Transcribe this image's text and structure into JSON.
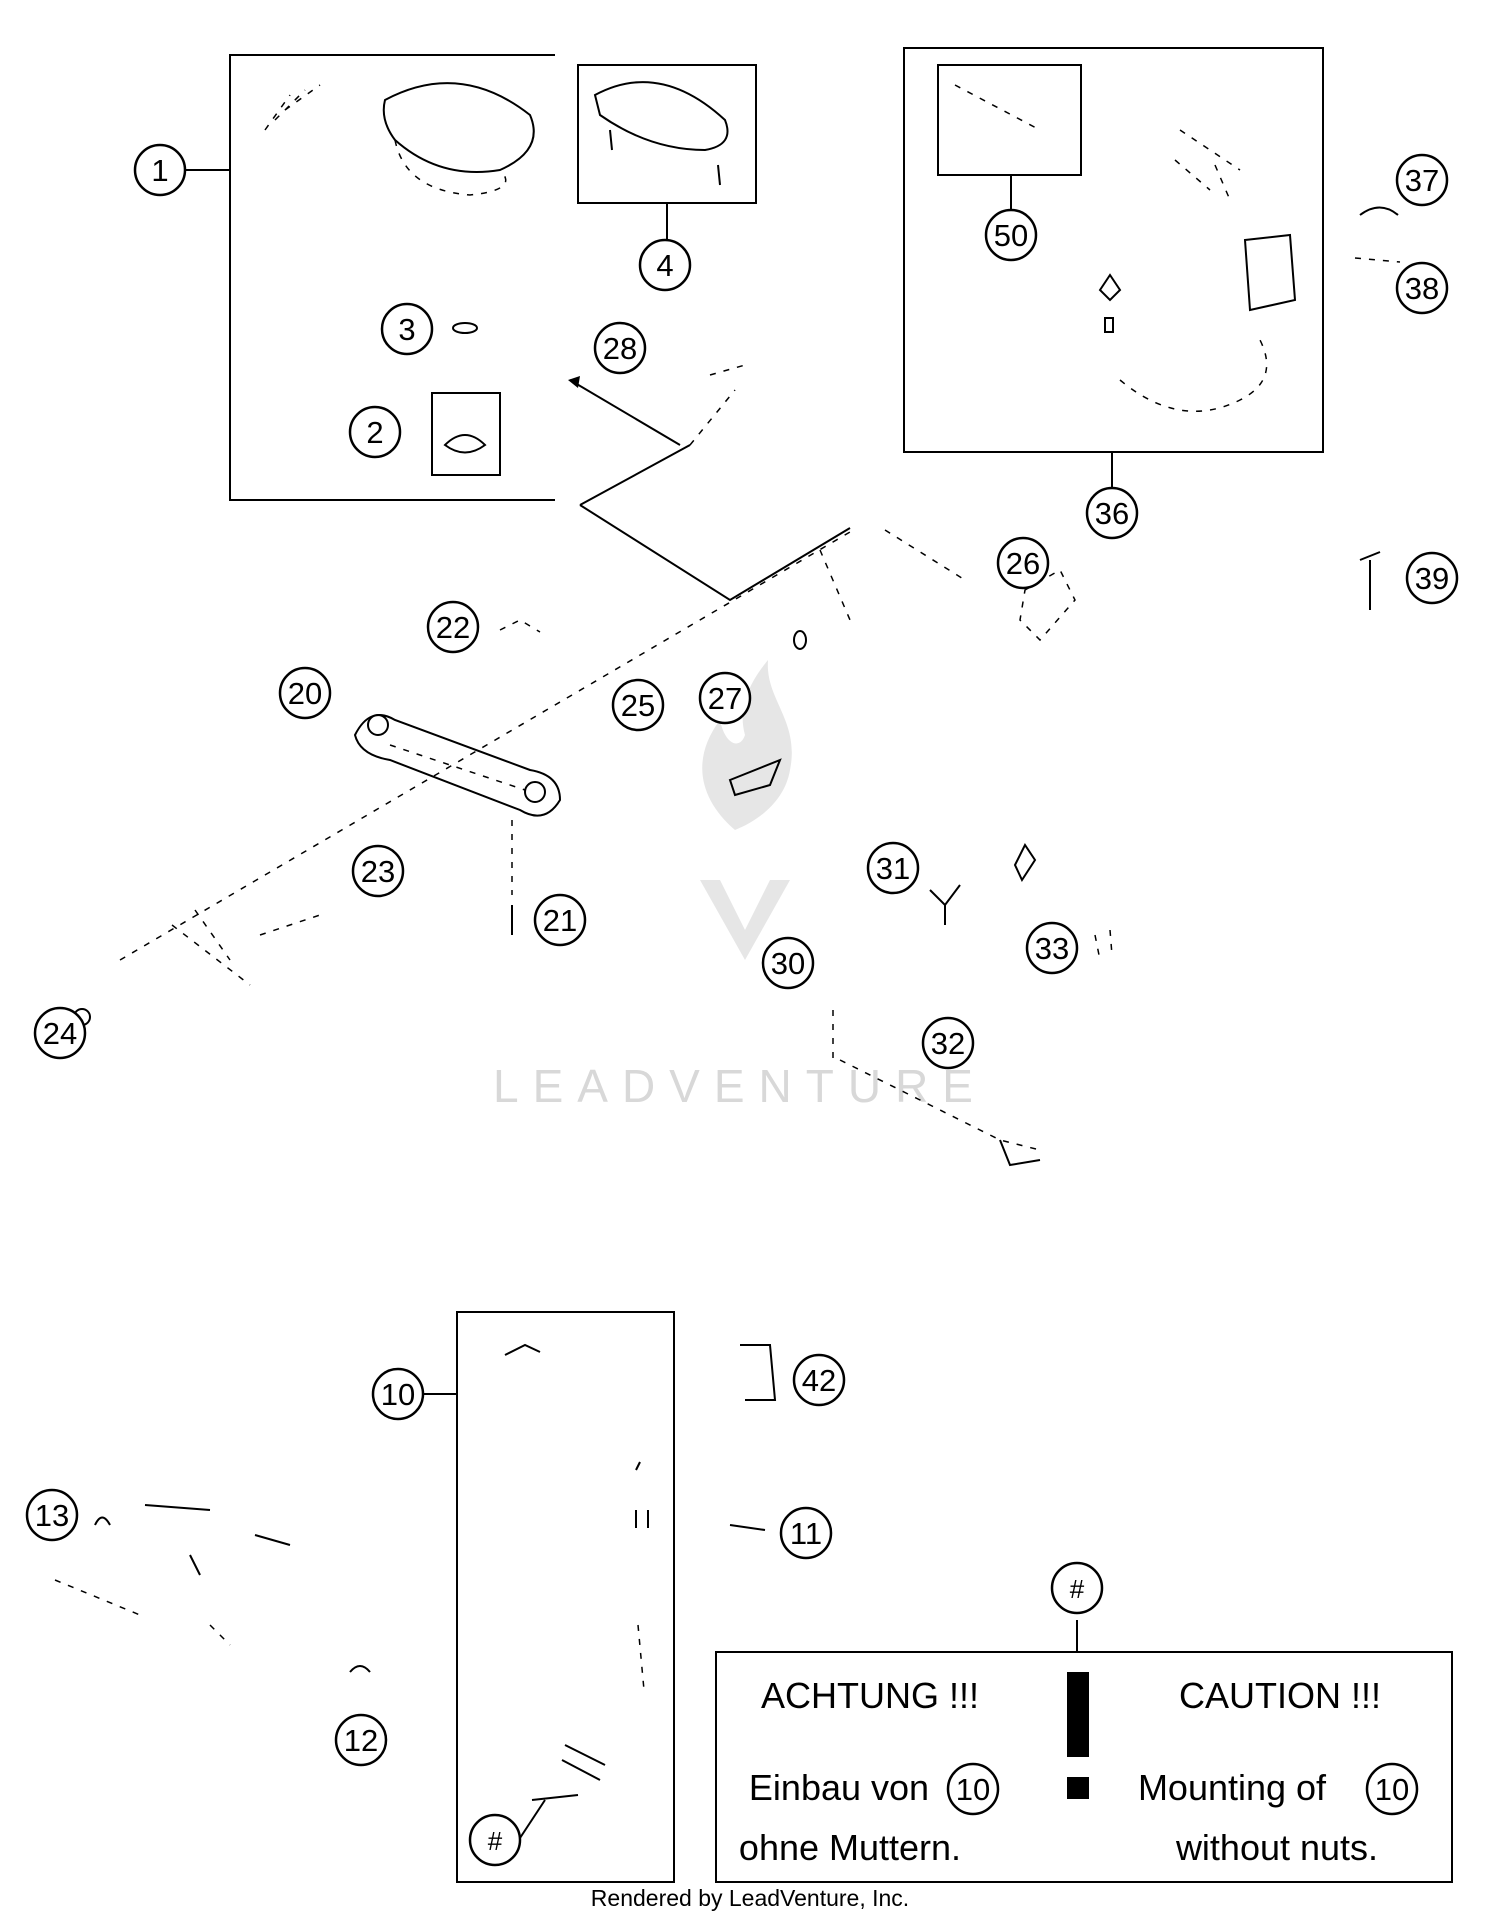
{
  "callouts": [
    {
      "label": "1"
    },
    {
      "label": "2"
    },
    {
      "label": "3"
    },
    {
      "label": "4"
    },
    {
      "label": "10"
    },
    {
      "label": "11"
    },
    {
      "label": "12"
    },
    {
      "label": "13"
    },
    {
      "label": "20"
    },
    {
      "label": "21"
    },
    {
      "label": "22"
    },
    {
      "label": "23"
    },
    {
      "label": "24"
    },
    {
      "label": "25"
    },
    {
      "label": "26"
    },
    {
      "label": "27"
    },
    {
      "label": "28"
    },
    {
      "label": "30"
    },
    {
      "label": "31"
    },
    {
      "label": "32"
    },
    {
      "label": "33"
    },
    {
      "label": "36"
    },
    {
      "label": "37"
    },
    {
      "label": "38"
    },
    {
      "label": "39"
    },
    {
      "label": "42"
    },
    {
      "label": "50"
    }
  ],
  "hash_marker": "#",
  "caution_box": {
    "de_title": "ACHTUNG !!!",
    "de_line1": "Einbau von",
    "de_line2": "ohne Muttern.",
    "en_title": "CAUTION !!!",
    "en_line1": "Mounting of",
    "en_line2": "without nuts.",
    "ref": "10"
  },
  "watermark": "LEADVENTURE",
  "footer": "Rendered by LeadVenture, Inc."
}
